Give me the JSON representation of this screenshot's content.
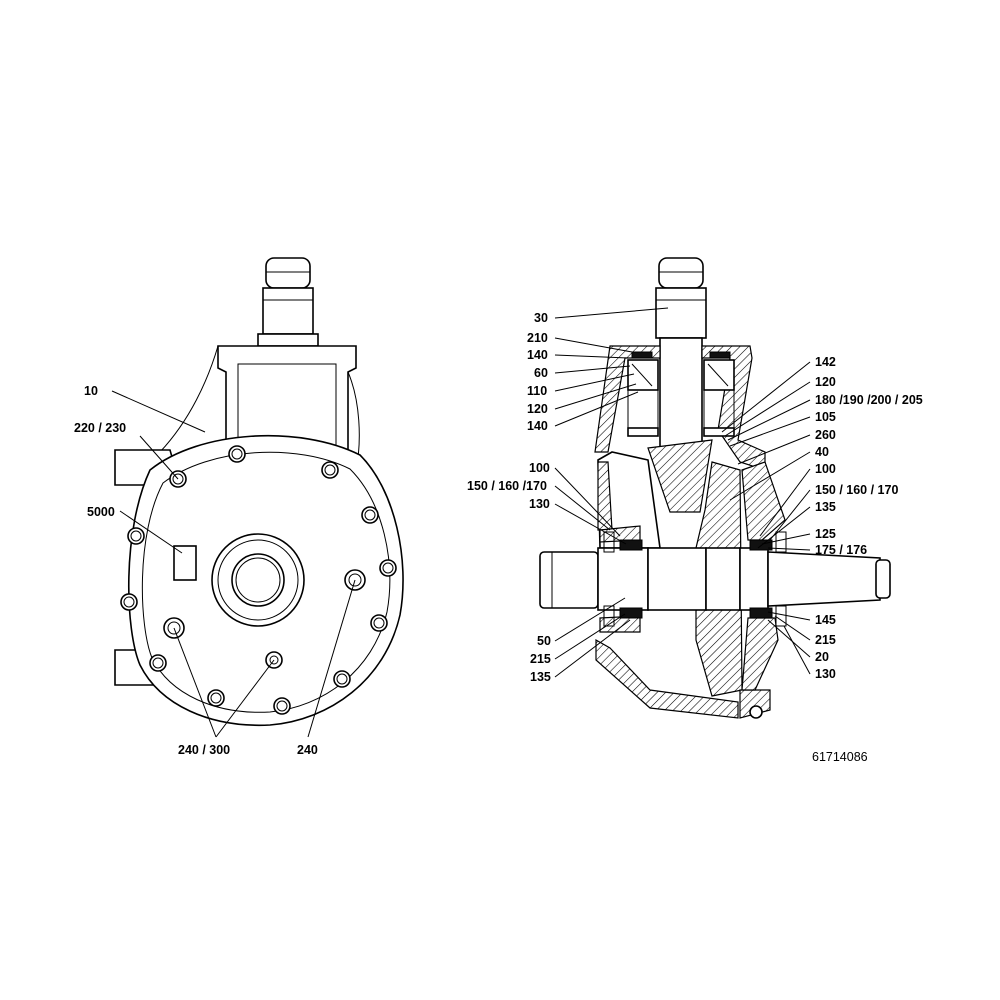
{
  "left_view": {
    "labels": [
      "10",
      "220 / 230",
      "5000",
      "240 / 300",
      "240"
    ]
  },
  "right_view": {
    "labels_left": [
      "30",
      "210",
      "140",
      "60",
      "110",
      "120",
      "140",
      "100",
      "150 / 160 /170",
      "130",
      "50",
      "215",
      "135"
    ],
    "labels_right": [
      "142",
      "120",
      "180 /190 /200 / 205",
      "105",
      "260",
      "40",
      "100",
      "150 / 160 / 170",
      "135",
      "125",
      "175 / 176",
      "145",
      "215",
      "20",
      "130"
    ]
  },
  "document_number": "61714086"
}
